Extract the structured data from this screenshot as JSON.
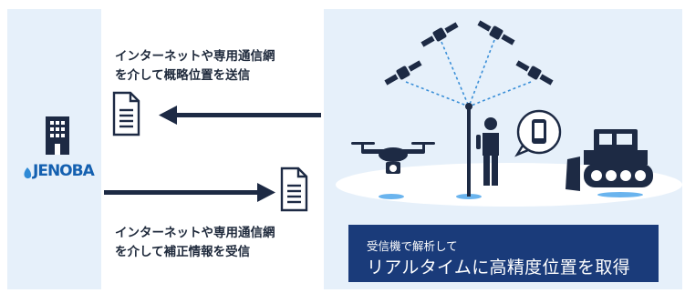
{
  "left_text_top": {
    "line1": "インターネットや専用通信網",
    "line2": "を介して概略位置を送信"
  },
  "left_text_bottom": {
    "line1": "インターネットや専用通信網",
    "line2": "を介して補正情報を受信"
  },
  "company": {
    "logo_text": "JENOBA"
  },
  "banner": {
    "line1": "受信機で解析して",
    "line2": "リアルタイムに高精度位置を取得"
  },
  "colors": {
    "panel_bg": "#e6f0fa",
    "navy": "#1d2a44",
    "banner_bg": "#1a3b7a",
    "accent_blue": "#2f8ad6"
  }
}
